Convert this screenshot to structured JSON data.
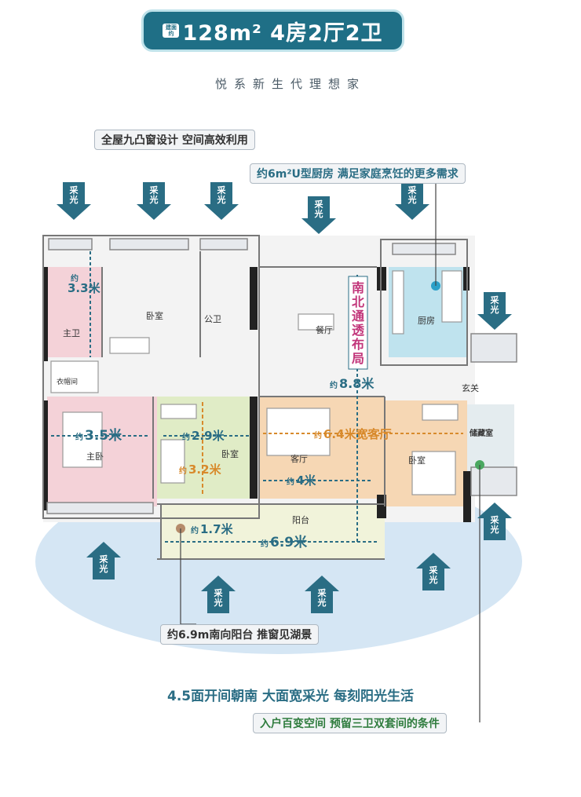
{
  "header": {
    "area_tag": "建面约",
    "title": "128m² 4房2厅2卫"
  },
  "subtitle": "悦系新生代理想家",
  "callouts": {
    "design": "全屋九凸窗设计 空间高效利用",
    "kitchen": "约6m²U型厨房 满足家庭烹饪的更多需求",
    "balcony": "约6.9m南向阳台 推窗见湖景",
    "slogan": "4.5面开间朝南 大面宽采光 每刻阳光生活",
    "entrance": "入户百变空间 预留三卫双套间的条件"
  },
  "light_label": [
    "采",
    "光"
  ],
  "rooms": {
    "master_bath": "主卫",
    "bedroom1": "卧室",
    "public_bath": "公卫",
    "dining": "餐厅",
    "kitchen": "厨房",
    "cloakroom": "衣帽间",
    "entry": "玄关",
    "master_bedroom": "主卧",
    "bedroom2": "卧室",
    "living": "客厅",
    "bedroom3": "卧室",
    "storage": "储藏室",
    "balcony": "阳台",
    "through_layout": [
      "南",
      "北",
      "通",
      "透",
      "布",
      "局"
    ]
  },
  "dims": {
    "d33": {
      "pre": "约",
      "val": "3.3米"
    },
    "d88": {
      "pre": "约",
      "val": "8.8米"
    },
    "d35": {
      "pre": "约",
      "val": "3.5米"
    },
    "d29": {
      "pre": "约",
      "val": "2.9米"
    },
    "d32": {
      "pre": "约",
      "val": "3.2米"
    },
    "d64": {
      "pre": "约",
      "val": "6.4米宽客厅"
    },
    "d4": {
      "pre": "约",
      "val": "4米"
    },
    "d17": {
      "pre": "约",
      "val": "1.7米"
    },
    "d69": {
      "pre": "约",
      "val": "6.9米"
    }
  },
  "colors": {
    "accent": "#1f6f86",
    "text_blue": "#2a6d84",
    "pink": "#f4d2d8",
    "green": "#e0ecc6",
    "orange": "#f6d7b4",
    "cyan": "#bfe3ee",
    "balcony": "#f1f3da",
    "ellipse": "#cfe3f3"
  }
}
